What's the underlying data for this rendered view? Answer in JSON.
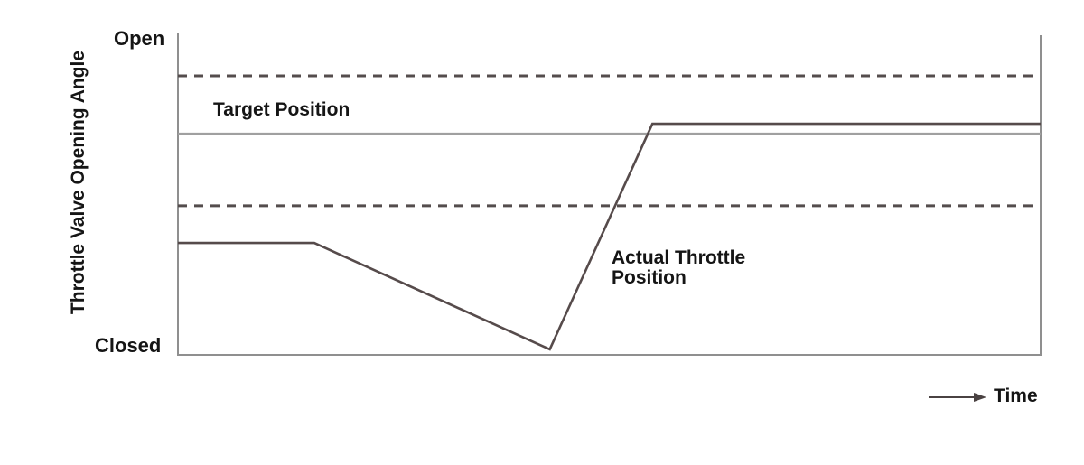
{
  "figure": {
    "background_color": "#ffffff",
    "text_color": "#151515"
  },
  "labels": {
    "y_axis_title": "Throttle Valve Opening Angle",
    "y_axis_max": "Open",
    "y_axis_min": "Closed",
    "x_axis_title": "Time",
    "target_position": "Target Position",
    "actual_position": "Actual Throttle\nPosition"
  },
  "icons": {
    "time_arrow": "right-arrow-icon"
  },
  "chart_data": {
    "type": "line",
    "title": "",
    "xlabel": "Time",
    "ylabel": "Throttle Valve Opening Angle",
    "x_axis": {
      "ticks": [],
      "unit": "time (unitless, qualitative)",
      "range": [
        0,
        1
      ],
      "arrow_annotation": "Time"
    },
    "y_axis": {
      "ticks": [],
      "tick_labels_qualitative": [
        "Closed",
        "Open"
      ],
      "range": [
        0,
        1
      ],
      "closed_value": 0,
      "open_value": 1
    },
    "grid": false,
    "legend": "inline text annotations instead of legend box",
    "colors": {
      "axis": "#8f8f8f",
      "target_line": "#a0a0a0",
      "tolerance_dashed": "#544d4d",
      "actual_line": "#564b4b",
      "arrow": "#4a4242"
    },
    "series": [
      {
        "name": "Target Position",
        "data_name": "target-position-line",
        "style": "solid",
        "color": "#a0a0a0",
        "width": 2.4,
        "points": [
          [
            0,
            0.688
          ],
          [
            1,
            0.688
          ]
        ]
      },
      {
        "name": "Upper tolerance band (dashed)",
        "data_name": "upper-tolerance-dashed-line",
        "style": "dashed",
        "color": "#544d4d",
        "width": 3,
        "points": [
          [
            0,
            0.868
          ],
          [
            0.992,
            0.868
          ]
        ]
      },
      {
        "name": "Lower tolerance band (dashed)",
        "data_name": "lower-tolerance-dashed-line",
        "style": "dashed",
        "color": "#544d4d",
        "width": 3,
        "points": [
          [
            0,
            0.464
          ],
          [
            0.992,
            0.464
          ]
        ]
      },
      {
        "name": "Actual Throttle Position",
        "data_name": "actual-throttle-line",
        "style": "solid",
        "color": "#564b4b",
        "width": 2.6,
        "points": [
          [
            0,
            0.348
          ],
          [
            0.158,
            0.348
          ],
          [
            0.431,
            0.017
          ],
          [
            0.55,
            0.719
          ],
          [
            1,
            0.719
          ]
        ]
      }
    ],
    "annotations": [
      {
        "text": "Target Position",
        "attached_to": "Target Position"
      },
      {
        "text": "Actual Throttle\nPosition",
        "attached_to": "Actual Throttle Position"
      },
      {
        "text": "Open",
        "attached_to": "y-axis top"
      },
      {
        "text": "Closed",
        "attached_to": "y-axis bottom"
      },
      {
        "text": "Time",
        "attached_to": "x-direction arrow"
      }
    ]
  }
}
